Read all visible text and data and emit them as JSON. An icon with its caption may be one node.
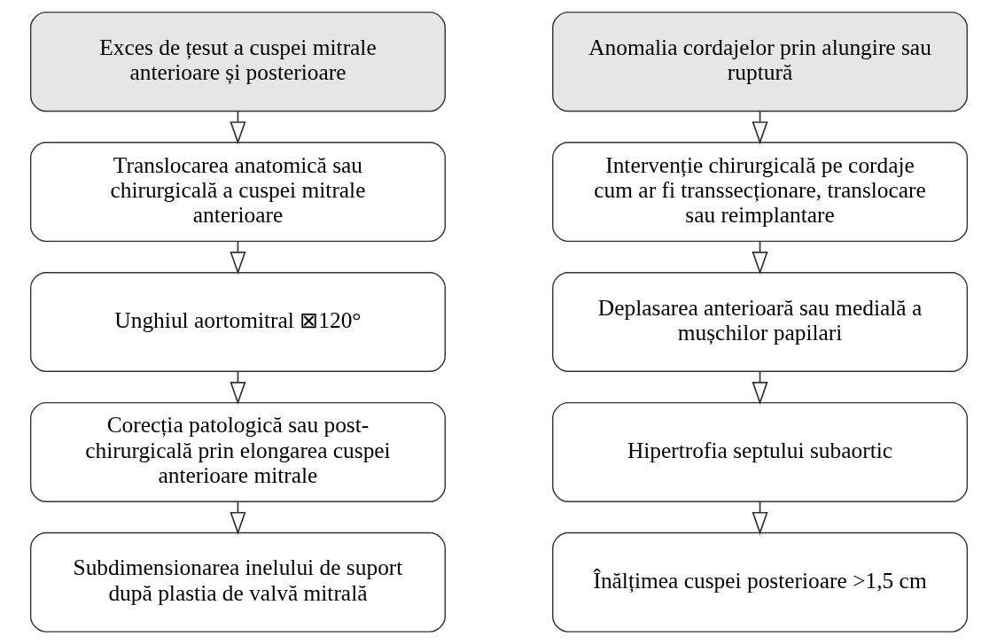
{
  "diagram": {
    "nodes": [
      {
        "text": [
          "Exces de țesut a cuspei mitrale anterioare și posterioare"
        ]
      },
      {
        "text": [
          "Translocarea anatomică sau chirurgicală a cuspei mitrale anterioare"
        ]
      },
      {
        "text": [
          "Unghiul aortomitral ⊠120°"
        ]
      },
      {
        "text": [
          "Corecția patologică sau post-chirurgicală prin elongarea cuspei anterioare mitrale"
        ]
      },
      {
        "text": [
          "Subdimensionarea inelului de suport după plastia de valvă mitrală"
        ]
      },
      {
        "text": [
          "Anomalia cordajelor prin alungire sau ruptură"
        ]
      },
      {
        "text": [
          "Intervenție chirurgicală pe cordaje cum ar fi transsecționare, translocare sau reimplantare"
        ]
      },
      {
        "text": [
          "Deplasarea anterioară sau medială a mușchilor papilari"
        ]
      },
      {
        "text": [
          "Hipertrofia septului subaortic"
        ]
      },
      {
        "text": [
          "Înălțimea cuspei posterioare >1,5 cm"
        ]
      }
    ],
    "edges": [
      {
        "from": 0,
        "to": 1,
        "arrow": "to"
      },
      {
        "from": 1,
        "to": 2,
        "arrow": "to"
      },
      {
        "from": 2,
        "to": 3,
        "arrow": "to"
      },
      {
        "from": 3,
        "to": 4,
        "arrow": "to"
      },
      {
        "from": 5,
        "to": 6,
        "arrow": "to"
      },
      {
        "from": 6,
        "to": 7,
        "arrow": "to"
      },
      {
        "from": 7,
        "to": 8,
        "arrow": "to"
      },
      {
        "from": 8,
        "to": 9,
        "arrow": "to"
      }
    ]
  }
}
